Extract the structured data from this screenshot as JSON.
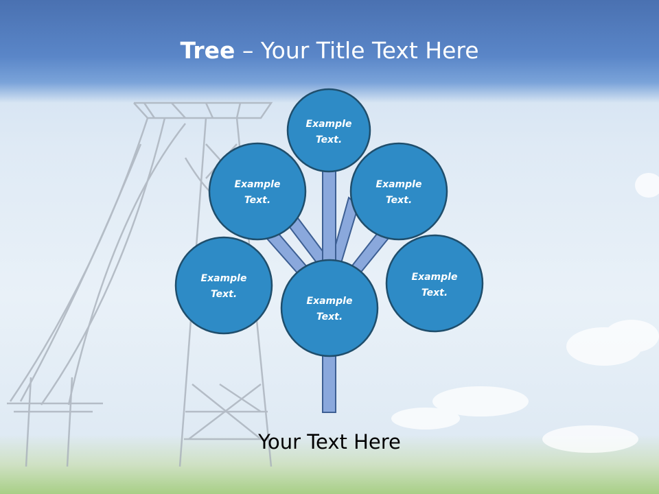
{
  "slide": {
    "title_bold": "Tree",
    "title_rest": " – Your Title Text Here",
    "bottom_text": "Your Text Here"
  },
  "circles": [
    {
      "id": "top",
      "line1": "Example",
      "line2": "Text."
    },
    {
      "id": "upper-left",
      "line1": "Example",
      "line2": "Text."
    },
    {
      "id": "upper-right",
      "line1": "Example",
      "line2": "Text."
    },
    {
      "id": "lower-left",
      "line1": "Example",
      "line2": "Text."
    },
    {
      "id": "center",
      "line1": "Example",
      "line2": "Text."
    },
    {
      "id": "lower-right",
      "line1": "Example",
      "line2": "Text."
    }
  ],
  "colors": {
    "circle_fill": "#2e8bc6",
    "circle_stroke": "#1f4e6c",
    "branch_fill": "#8aa8dc",
    "branch_stroke": "#3d5f93",
    "title_band": "#4f78b9"
  }
}
